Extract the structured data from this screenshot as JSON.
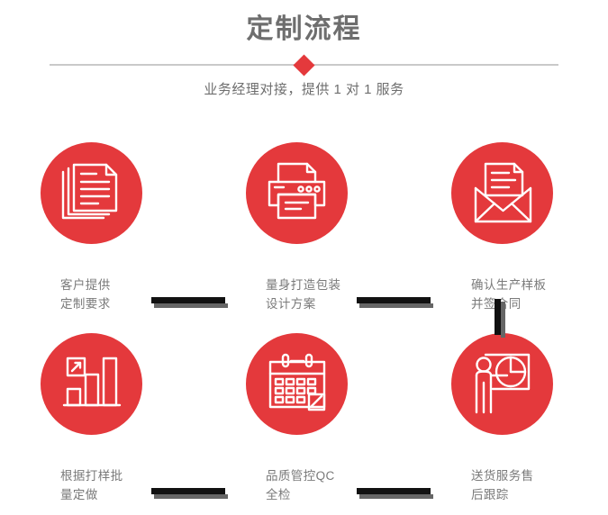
{
  "header": {
    "title": "定制流程",
    "subtitle": "业务经理对接，提供 1 对 1 服务",
    "divider_icon": "diamond-marker"
  },
  "colors": {
    "brand_red": "#e4393c",
    "title_gray": "#6e6e6e",
    "label_gray": "#7a7a7a",
    "divider_gray": "#c9c9c9",
    "connector_black": "#111111",
    "connector_shadow": "#666666",
    "background": "#ffffff"
  },
  "flow": {
    "steps": [
      {
        "index": 1,
        "icon": "documents-stack-icon",
        "label": "客户提供\n定制要求"
      },
      {
        "index": 2,
        "icon": "printer-icon",
        "label": "量身打造包装\n设计方案"
      },
      {
        "index": 3,
        "icon": "envelope-document-icon",
        "label": "确认生产样板\n并签合同"
      },
      {
        "index": 4,
        "icon": "bar-chart-growth-icon",
        "label": "根据打样批\n量定做"
      },
      {
        "index": 5,
        "icon": "calendar-check-icon",
        "label": "品质管控QC\n全检"
      },
      {
        "index": 6,
        "icon": "presenter-pie-chart-icon",
        "label": "送货服务售\n后跟踪"
      }
    ],
    "connectors": [
      {
        "name": "connector-step1-step2",
        "orientation": "horizontal"
      },
      {
        "name": "connector-step2-step3",
        "orientation": "horizontal"
      },
      {
        "name": "connector-step3-step6",
        "orientation": "vertical"
      },
      {
        "name": "connector-step4-step5",
        "orientation": "horizontal"
      },
      {
        "name": "connector-step5-step6",
        "orientation": "horizontal"
      }
    ]
  }
}
